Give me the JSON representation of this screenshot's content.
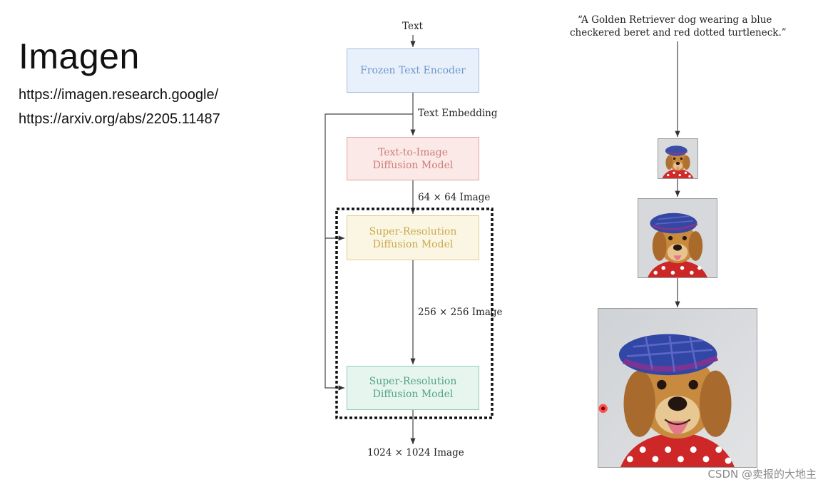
{
  "slide": {
    "title": "Imagen",
    "links": [
      "https://imagen.research.google/",
      "https://arxiv.org/abs/2205.11487"
    ],
    "watermark": "CSDN @卖报的大地主"
  },
  "diagram": {
    "input_label": "Text",
    "boxes": [
      {
        "line1": "Frozen Text Encoder",
        "line2": "",
        "fill": "#e8f1fb",
        "border": "#9ebde0",
        "text_color": "#6f97cc"
      },
      {
        "line1": "Text-to-Image",
        "line2": "Diffusion Model",
        "fill": "#fbe9e7",
        "border": "#e2a4a0",
        "text_color": "#cf7d78"
      },
      {
        "line1": "Super-Resolution",
        "line2": "Diffusion Model",
        "fill": "#fbf6e3",
        "border": "#e0cf91",
        "text_color": "#c9a94a"
      },
      {
        "line1": "Super-Resolution",
        "line2": "Diffusion Model",
        "fill": "#e7f5ef",
        "border": "#8fcdb3",
        "text_color": "#4fa585"
      }
    ],
    "edge_labels": {
      "embedding": "Text Embedding",
      "img64": "64 × 64 Image",
      "img256": "256 × 256 Image",
      "img1024": "1024 × 1024 Image"
    }
  },
  "example": {
    "prompt_line1": "“A Golden Retriever dog wearing a blue",
    "prompt_line2": "checkered beret and red dotted turtleneck.”"
  }
}
